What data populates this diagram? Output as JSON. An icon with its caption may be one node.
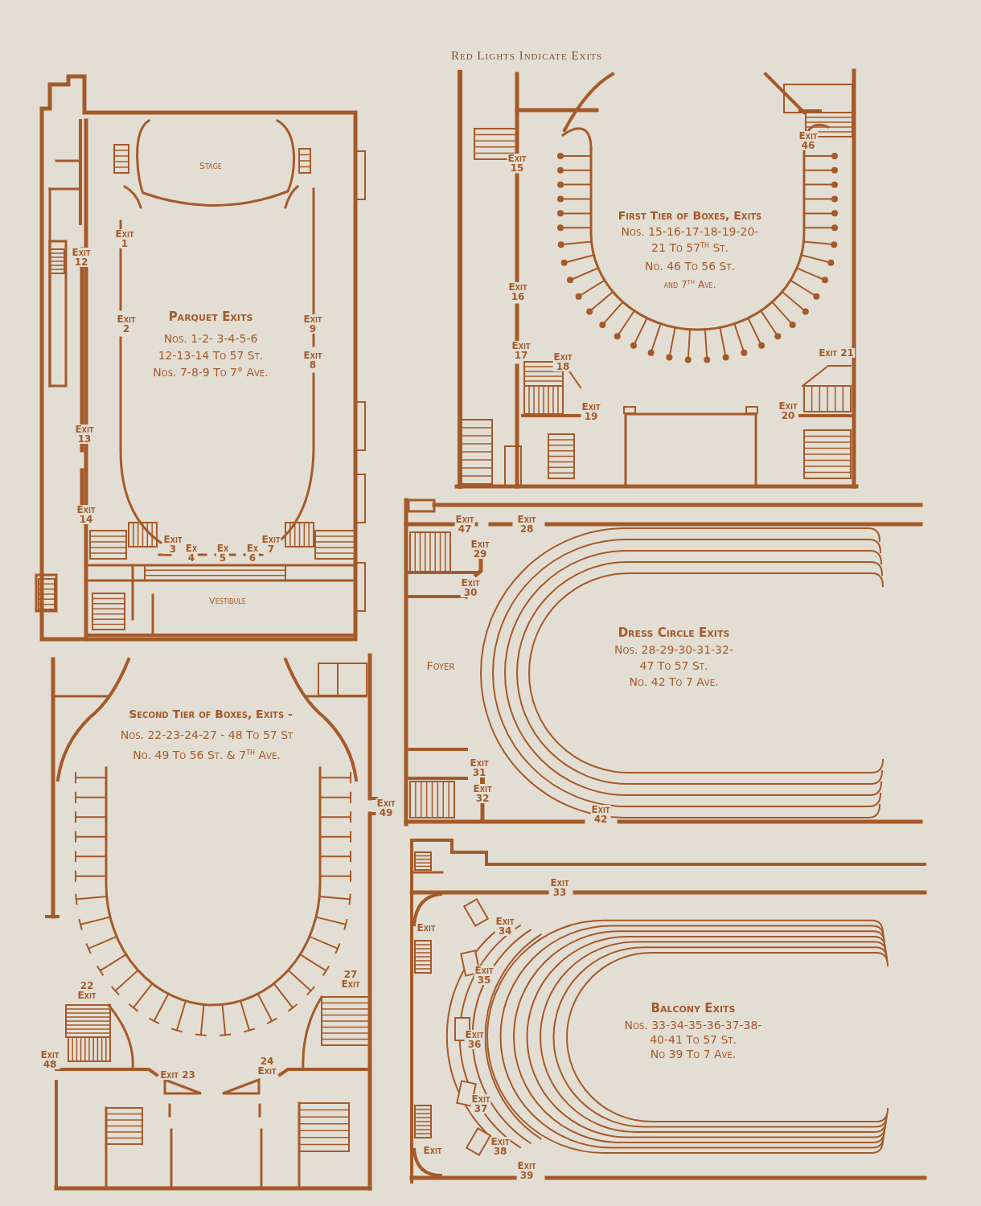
{
  "diagram": {
    "title": "Red Lights Indicate Exits",
    "nodes": [
      {
        "text": [
          "Stage",
          "Parquet Exits",
          "Nos. 1-2- 3-4-5-6",
          "12-13-14 To 57 St.",
          "Nos. 7-8-9 To 7° Ave.",
          "Vestibule"
        ]
      },
      {
        "text": [
          "First Tier of Boxes, Exits",
          "Nos. 15-16-17-18-19-20-",
          "21 To 57$^{th}$ St.",
          "No. 46 To 56 St.",
          "and 7$^{th}$ Ave."
        ]
      },
      {
        "text": [
          "Foyer",
          "Dress Circle Exits",
          "Nos. 28-29-30-31-32-",
          "47 To 57 St.",
          "No. 42 To 7 Ave."
        ]
      },
      {
        "text": [
          "Second Tier of Boxes, Exits -",
          "Nos. 22-23-24-27 - 48 To 57 St",
          "No. 49 To 56 St. & 7$^{th}$ Ave."
        ]
      },
      {
        "text": [
          "Balcony Exits",
          "Nos. 33-34-35-36-37-38-",
          "40-41 To 57 St.",
          "No 39 To 7 Ave."
        ]
      }
    ],
    "labels": [
      "Exit 1",
      "Exit 12",
      "Exit 2",
      "Exit 9",
      "Exit 8",
      "Exit 13",
      "Exit 14",
      "Exit 3",
      "Ex 4",
      "Ex 5",
      "Ex 6",
      "Exit 7",
      "Exit 15",
      "Exit 46",
      "Exit 16",
      "Exit 17",
      "Exit 18",
      "Exit 21",
      "Exit 19",
      "Exit 20",
      "Exit 47",
      "Exit 28",
      "Exit 29",
      "Exit 30",
      "Exit 31",
      "Exit 32",
      "Exit 42",
      "22 Exit",
      "27 Exit",
      "Exit 48",
      "Exit 23",
      "24 Exit",
      "Exit 49",
      "Exit 33",
      "Exit",
      "Exit 34",
      "Exit 35",
      "Exit 36",
      "Exit 37",
      "Exit",
      "Exit 38",
      "Exit 39"
    ]
  }
}
